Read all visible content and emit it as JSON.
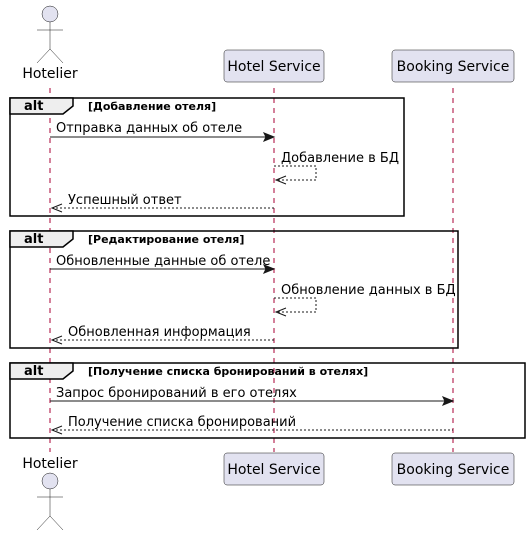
{
  "participants": [
    {
      "name": "Hotelier",
      "kind": "actor"
    },
    {
      "name": "Hotel Service",
      "kind": "participant"
    },
    {
      "name": "Booking Service",
      "kind": "participant"
    }
  ],
  "groups": [
    {
      "keyword": "alt",
      "condition": "[Добавление отеля]",
      "messages": [
        {
          "text": "Отправка данных об отеле",
          "from": "Hotelier",
          "to": "Hotel Service",
          "style": "solid"
        },
        {
          "text": "Добавление в БД",
          "from": "Hotel Service",
          "to": "Hotel Service",
          "style": "dashed"
        },
        {
          "text": "Успешный ответ",
          "from": "Hotel Service",
          "to": "Hotelier",
          "style": "dashed"
        }
      ]
    },
    {
      "keyword": "alt",
      "condition": "[Редактирование отеля]",
      "messages": [
        {
          "text": "Обновленные данные об отеле",
          "from": "Hotelier",
          "to": "Hotel Service",
          "style": "solid"
        },
        {
          "text": "Обновление данных в БД",
          "from": "Hotel Service",
          "to": "Hotel Service",
          "style": "dashed"
        },
        {
          "text": "Обновленная информация",
          "from": "Hotel Service",
          "to": "Hotelier",
          "style": "dashed"
        }
      ]
    },
    {
      "keyword": "alt",
      "condition": "[Получение списка бронирований в отелях]",
      "messages": [
        {
          "text": "Запрос бронирований в его отелях",
          "from": "Hotelier",
          "to": "Booking Service",
          "style": "solid"
        },
        {
          "text": "Получение списка бронирований",
          "from": "Booking Service",
          "to": "Hotelier",
          "style": "dashed"
        }
      ]
    }
  ]
}
